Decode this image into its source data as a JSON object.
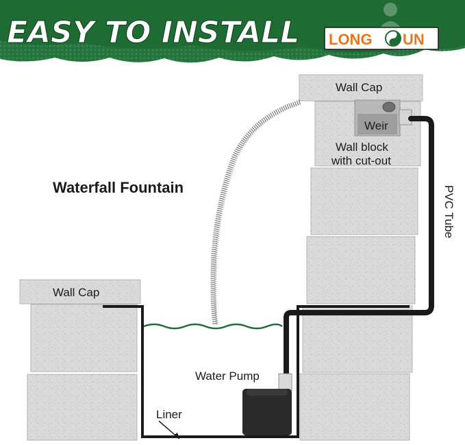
{
  "banner": {
    "headline": "EASY TO INSTALL",
    "brand_left": "LONG",
    "brand_right": "UN",
    "colors": {
      "banner_green": "#1e6b34",
      "brand_orange": "#e8761f"
    }
  },
  "diagram": {
    "title": "Waterfall Fountain",
    "labels": {
      "wall_cap_right": "Wall Cap",
      "weir": "Weir",
      "wall_block_line1": "Wall block",
      "wall_block_line2": "with cut-out",
      "pvc_tube": "PVC Tube",
      "wall_cap_left": "Wall Cap",
      "water_pump": "Water Pump",
      "liner": "Liner"
    },
    "colors": {
      "stone": "#d9dbd8",
      "liner": "#1a1a1a",
      "water": "#1f6b3a",
      "pump": "#2a2a2a"
    }
  }
}
